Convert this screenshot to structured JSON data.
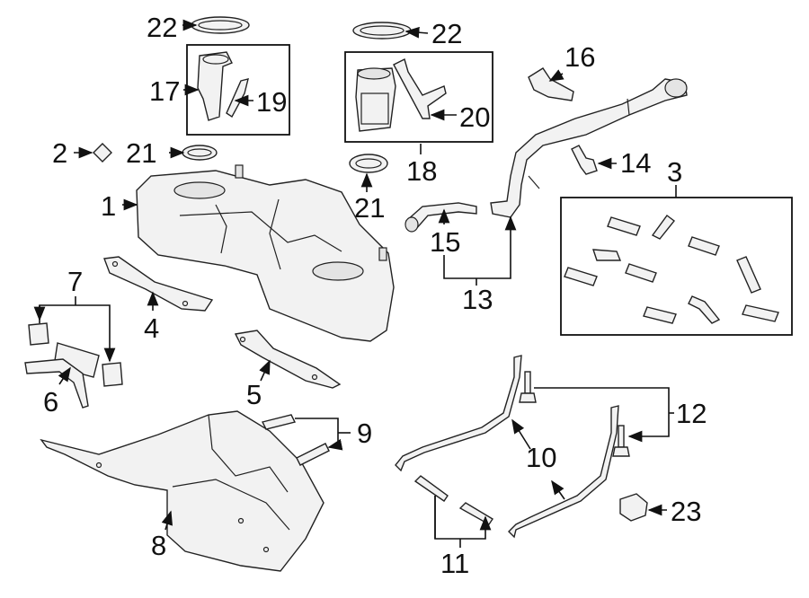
{
  "callouts": {
    "c1": "1",
    "c2": "2",
    "c3": "3",
    "c4": "4",
    "c5": "5",
    "c6": "6",
    "c7": "7",
    "c8": "8",
    "c9": "9",
    "c10": "10",
    "c11": "11",
    "c12": "12",
    "c13": "13",
    "c14": "14",
    "c15": "15",
    "c16": "16",
    "c17": "17",
    "c18": "18",
    "c19": "19",
    "c20": "20",
    "c21a": "21",
    "c21b": "21",
    "c22a": "22",
    "c22b": "22",
    "c23": "23"
  },
  "colors": {
    "line": "#111111",
    "part_fill": "#f2f2f2",
    "background": "#ffffff"
  }
}
